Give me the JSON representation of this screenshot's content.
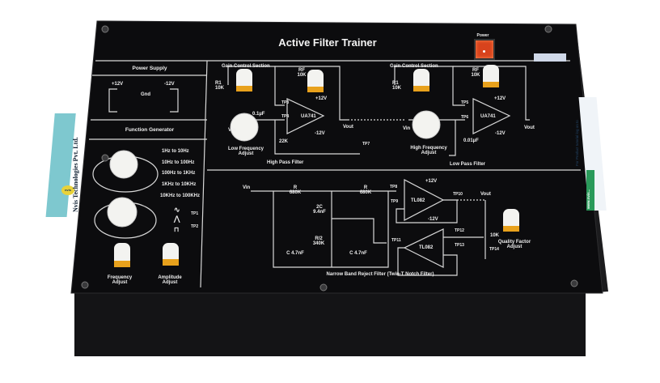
{
  "panel": {
    "title": "Active Filter Trainer",
    "power_label": "Power",
    "logo_text": "Nvis Technologies Pvt. Ltd.",
    "logo_badge": "nvis",
    "side_label": "For Product tutorial log on to",
    "side_url": "www.nvis..."
  },
  "power_supply": {
    "heading": "Power Supply",
    "pos": "+12V",
    "gnd": "Gnd",
    "neg": "-12V"
  },
  "function_generator": {
    "heading": "Function Generator",
    "ranges": [
      "1Hz to 10Hz",
      "10Hz to 100Hz",
      "100Hz to 1KHz",
      "1KHz to 10KHz",
      "10KHz to 100KHz"
    ],
    "waveforms": [
      "sine",
      "triangle",
      "square"
    ],
    "tp1": "TP1",
    "tp2": "TP2",
    "frequency_adjust": "Frequency Adjust",
    "amplitude_adjust": "Amplitude Adjust"
  },
  "high_pass": {
    "gain_section": "Gain Control Section",
    "r1": "R1 10K",
    "rf": "RF 10K",
    "pos": "+12V",
    "neg": "-12V",
    "opamp": "UA741",
    "tp3": "TP3",
    "tp4": "TP4",
    "cap": "0.1µF",
    "res": "22K",
    "vin": "Vin",
    "vout": "Vout",
    "knob_label": "Low Frequency Adjust",
    "heading": "High Pass Filter",
    "tp7": "TP7"
  },
  "low_pass": {
    "gain_section": "Gain Control Section",
    "r1": "R1 10K",
    "rf": "RF 10K",
    "pos": "+12V",
    "neg": "-12V",
    "opamp": "UA741",
    "tp5": "TP5",
    "tp6": "TP6",
    "cap": "0.01µF",
    "vin": "Vin",
    "vout": "Vout",
    "knob_label": "High Frequency Adjust",
    "heading": "Low Pass Filter"
  },
  "notch": {
    "vin": "Vin",
    "r_a": "R 680K",
    "r_b": "R 680K",
    "c2": "2C 9.4nF",
    "r2": "R/2 340K",
    "c_a": "C 4.7nF",
    "c_b": "C 4.7nF",
    "tp8": "TP8",
    "tp9": "TP9",
    "tp10": "TP10",
    "tp11": "TP11",
    "tp12": "TP12",
    "tp13": "TP13",
    "tp14": "TP14",
    "opamp1": "TL082",
    "opamp2": "TL082",
    "pos": "+12V",
    "neg": "-12V",
    "vout": "Vout",
    "pot": "10K",
    "knob_label": "Quality Factor Adjust",
    "heading": "Narrow Band Reject Filter (Twin-T Notch Filter)"
  }
}
